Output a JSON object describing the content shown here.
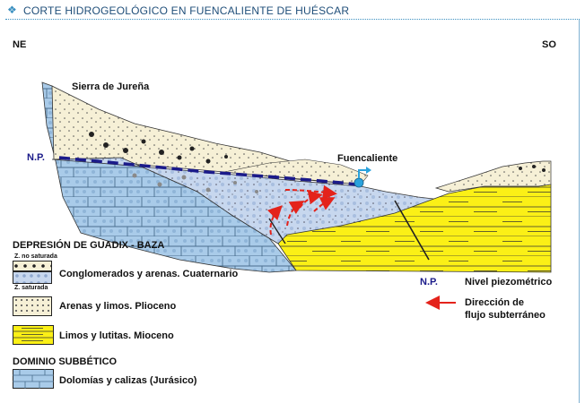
{
  "header": {
    "title": "CORTE HIDROGEOLÓGICO EN FUENCALIENTE DE HUÉSCAR"
  },
  "diagram": {
    "compass_left": "NE",
    "compass_right": "SO",
    "sierra_label": "Sierra de Jureña",
    "town_label": "Fuencaliente",
    "np_label": "N.P."
  },
  "legend": {
    "group1_title": "DEPRESIÓN DE GUADIX - BAZA",
    "unsat_label": "Z. no saturada",
    "sat_label": "Z. saturada",
    "quaternary_label": "Conglomerados y arenas. Cuaternario",
    "pliocene_label": "Arenas y limos. Plioceno",
    "miocene_label": "Limos y lutitas. Mioceno",
    "group2_title": "DOMINIO SUBBÉTICO",
    "jurassic_label": "Dolomías y calizas (Jurásico)",
    "np_symbol": "N.P.",
    "np_desc": "Nivel piezométrico",
    "flow_desc_line1": "Dirección de",
    "flow_desc_line2": "flujo subterráneo"
  },
  "colors": {
    "header_text": "#1f4e79",
    "cream": "#f6f0d6",
    "sat_blue": "#c7d7ee",
    "dolomite_blue": "#a9cbe9",
    "yellow": "#fbf016",
    "np_blue": "#1b1b8a",
    "arrow_red": "#e4231b"
  }
}
